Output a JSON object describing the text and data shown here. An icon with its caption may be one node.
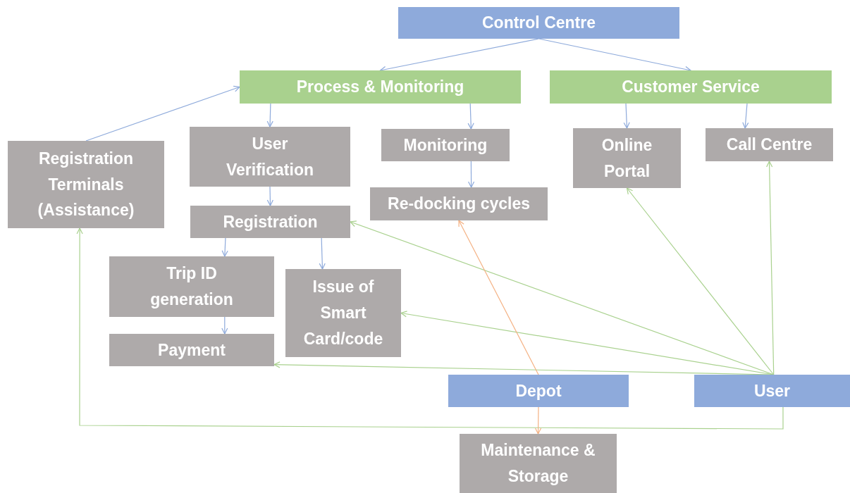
{
  "diagram": {
    "nodes": [
      {
        "text": [
          "Control Centre"
        ]
      },
      {
        "text": [
          "Process & Monitoring"
        ]
      },
      {
        "text": [
          "Customer Service"
        ]
      },
      {
        "text": [
          "Registration Terminals (Assistance)"
        ]
      },
      {
        "text": [
          "User Verification"
        ]
      },
      {
        "text": [
          "Monitoring"
        ]
      },
      {
        "text": [
          "Online Portal"
        ]
      },
      {
        "text": [
          "Call Centre"
        ]
      },
      {
        "text": [
          "Registration"
        ]
      },
      {
        "text": [
          "Re-docking cycles"
        ]
      },
      {
        "text": [
          "Trip ID generation"
        ]
      },
      {
        "text": [
          "Issue of Smart Card/code"
        ]
      },
      {
        "text": [
          "Payment"
        ]
      },
      {
        "text": [
          "Depot"
        ]
      },
      {
        "text": [
          "User"
        ]
      },
      {
        "text": [
          "Maintenance & Storage"
        ]
      }
    ],
    "edges": [
      {
        "from": 0,
        "to": 1,
        "arrow": "to"
      },
      {
        "from": 0,
        "to": 2,
        "arrow": "to"
      },
      {
        "from": 3,
        "to": 1,
        "arrow": "to"
      },
      {
        "from": 1,
        "to": 4,
        "arrow": "to"
      },
      {
        "from": 1,
        "to": 5,
        "arrow": "to"
      },
      {
        "from": 2,
        "to": 6,
        "arrow": "to"
      },
      {
        "from": 2,
        "to": 7,
        "arrow": "to"
      },
      {
        "from": 4,
        "to": 8,
        "arrow": "to"
      },
      {
        "from": 5,
        "to": 9,
        "arrow": "to"
      },
      {
        "from": 8,
        "to": 10,
        "arrow": "to"
      },
      {
        "from": 8,
        "to": 11,
        "arrow": "to"
      },
      {
        "from": 10,
        "to": 12,
        "arrow": "to"
      },
      {
        "from": 14,
        "to": 8,
        "arrow": "to",
        "color": "#a9d18e"
      },
      {
        "from": 14,
        "to": 11,
        "arrow": "to",
        "color": "#a9d18e"
      },
      {
        "from": 14,
        "to": 12,
        "arrow": "to",
        "color": "#a9d18e"
      },
      {
        "from": 14,
        "to": 6,
        "arrow": "to",
        "color": "#a9d18e"
      },
      {
        "from": 14,
        "to": 7,
        "arrow": "to",
        "color": "#a9d18e"
      },
      {
        "from": 14,
        "to": 3,
        "arrow": "to",
        "color": "#a9d18e"
      },
      {
        "from": 13,
        "to": 9,
        "arrow": "to",
        "color": "#f4b183"
      },
      {
        "from": 13,
        "to": 15,
        "arrow": "to",
        "color": "#f4b183"
      }
    ]
  }
}
